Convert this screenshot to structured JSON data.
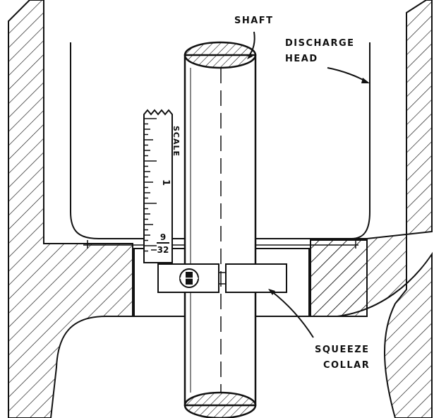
{
  "labels": {
    "shaft": "SHAFT",
    "discharge_head_line1": "DISCHARGE",
    "discharge_head_line2": "HEAD",
    "scale": "SCALE",
    "scale_one": "1",
    "fraction_numerator": "9",
    "fraction_denominator": "32",
    "squeeze_collar_line1": "SQUEEZE",
    "squeeze_collar_line2": "COLLAR"
  },
  "colors": {
    "ink": "#111111",
    "paper": "#ffffff"
  }
}
